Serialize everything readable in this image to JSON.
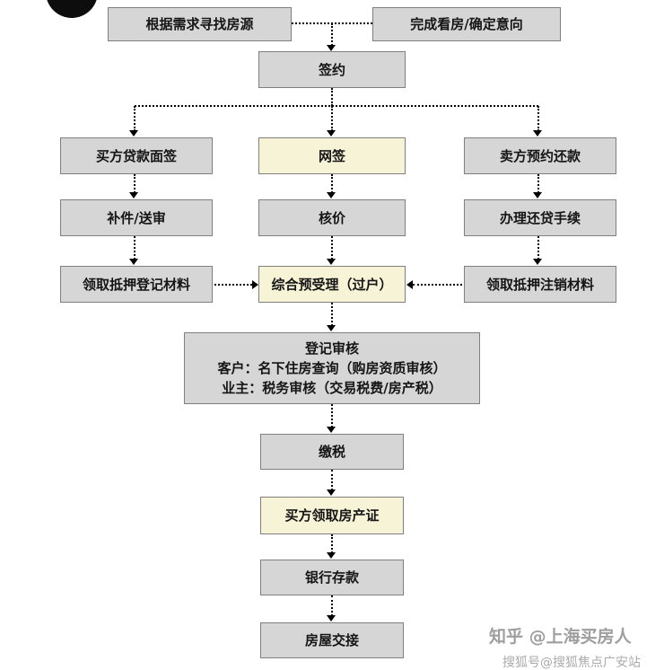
{
  "diagram": {
    "nodes": {
      "find_housing": "根据需求寻找房源",
      "complete_viewing": "完成看房/确定意向",
      "sign_contract": "签约",
      "buyer_loan_interview": "买方贷款面签",
      "online_signing": "网签",
      "seller_repay_appointment": "卖方预约还款",
      "supplement_submit": "补件/送审",
      "price_verification": "核价",
      "loan_repayment_procedure": "办理还贷手续",
      "mortgage_registration_materials": "领取抵押登记材料",
      "comprehensive_pre_acceptance": "综合预受理（过户）",
      "mortgage_cancellation_materials": "领取抵押注销材料",
      "registration_review": {
        "title": "登记审核",
        "customer_line": "客户：名下住房查询（购房资质审核）",
        "owner_line": "业主：税务审核（交易税费/房产税）"
      },
      "pay_tax": "缴税",
      "buyer_get_certificate": "买方领取房产证",
      "bank_deposit": "银行存款",
      "house_handover": "房屋交接"
    },
    "colors": {
      "box_fill": "#d6d6d6",
      "highlight_fill": "#f6f3d6",
      "box_border": "#7f7f7f",
      "connector": "#000000",
      "watermark": "#9e9e9e"
    },
    "watermarks": {
      "zhihu": "知乎 @上海买房人",
      "sohu": "搜狐号@搜狐焦点广安站"
    }
  }
}
